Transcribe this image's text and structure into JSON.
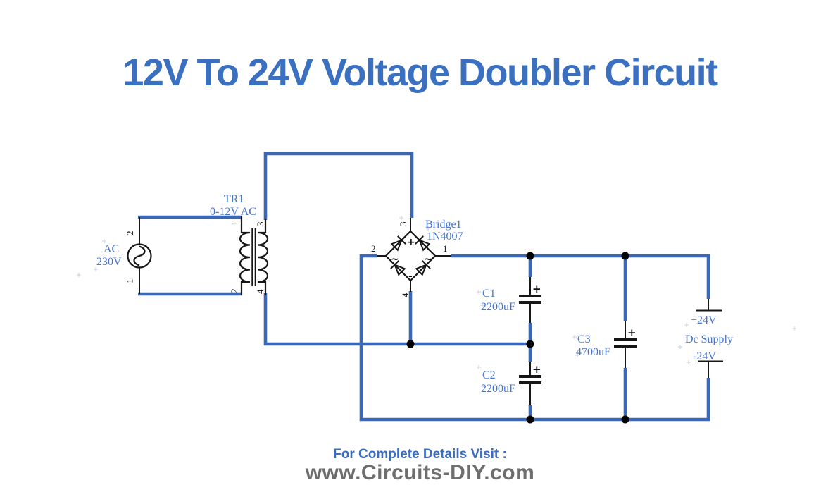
{
  "title": "12V To 24V Voltage Doubler Circuit",
  "footer": {
    "visit": "For Complete Details Visit :",
    "site": "www.Circuits-DIY.com"
  },
  "components": {
    "ac_source": {
      "name": "AC",
      "value": "230V",
      "pin_top": "2",
      "pin_bottom": "1"
    },
    "transformer": {
      "ref": "TR1",
      "value": "0-12V AC",
      "pin_1": "1",
      "pin_2": "2",
      "pin_3": "3",
      "pin_4": "4"
    },
    "bridge": {
      "ref": "Bridge1",
      "value": "1N4007",
      "pin_top": "3",
      "pin_left": "2",
      "pin_right": "1",
      "pin_bottom": "4",
      "mark_top": "+",
      "mark_left": "~",
      "mark_right": "~",
      "mark_bottom": "-"
    },
    "c1": {
      "ref": "C1",
      "value": "2200uF",
      "polarity": "+"
    },
    "c2": {
      "ref": "C2",
      "value": "2200uF",
      "polarity": "+"
    },
    "c3": {
      "ref": "C3",
      "value": "4700uF",
      "polarity": "+"
    },
    "output": {
      "positive": "+24V",
      "name": "Dc Supply",
      "negative": "-24V"
    }
  },
  "colors": {
    "wire": "#3a68b5",
    "component_label": "#4673c9",
    "title": "#3b70c0",
    "footer_accent": "#3a6cc4",
    "footer_gray": "#6e6e6e"
  }
}
